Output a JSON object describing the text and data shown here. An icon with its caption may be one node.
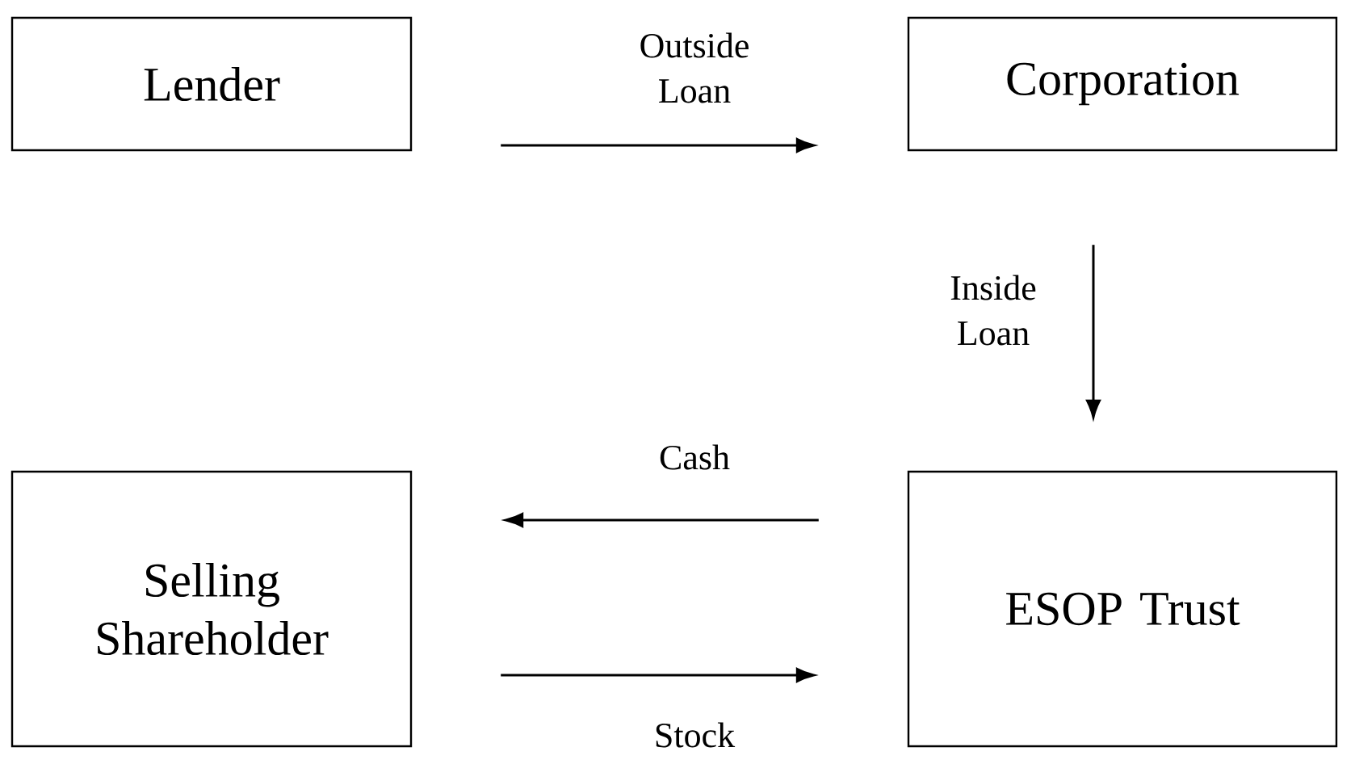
{
  "diagram": {
    "nodes": [
      {
        "text": [
          "Lender"
        ]
      },
      {
        "text": [
          "Corporation"
        ]
      },
      {
        "text": [
          "Selling Shareholder"
        ]
      },
      {
        "text": [
          "ESOP Trust"
        ]
      }
    ],
    "edges": [
      {
        "from": 0,
        "to": 1,
        "arrow": "to",
        "label": "Outside Loan"
      },
      {
        "from": 1,
        "to": 3,
        "arrow": "to",
        "label": "Inside Loan"
      },
      {
        "from": 3,
        "to": 2,
        "arrow": "to",
        "label": "Cash"
      },
      {
        "from": 2,
        "to": 3,
        "arrow": "to",
        "label": "Stock"
      }
    ]
  }
}
